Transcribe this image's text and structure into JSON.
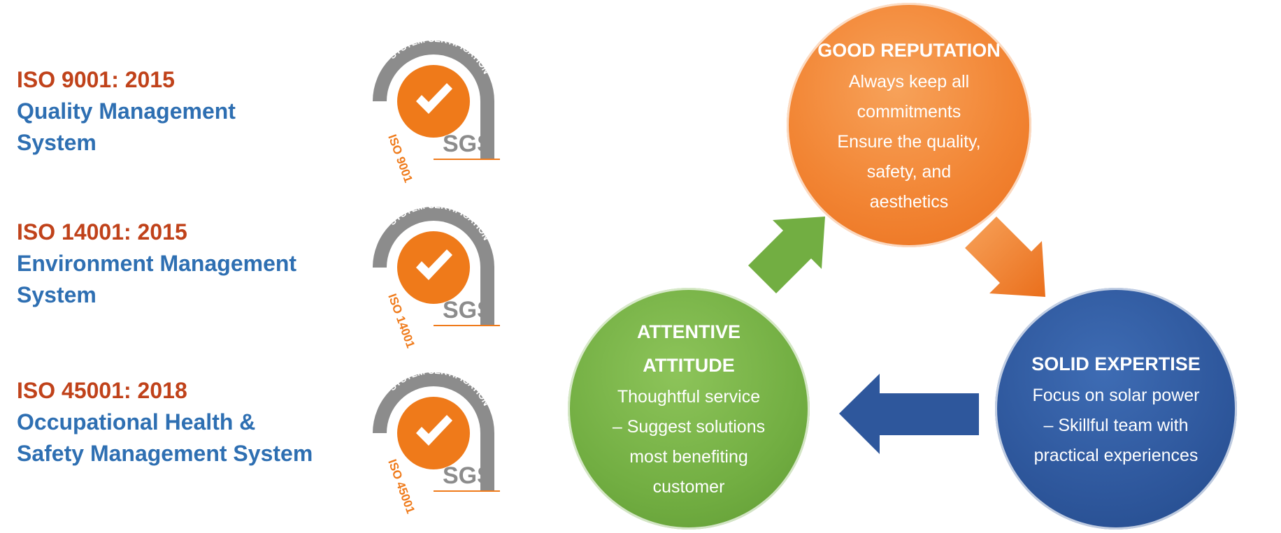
{
  "certifications": [
    {
      "code": "ISO 9001: 2015",
      "name_line1": "Quality Management",
      "name_line2": "System",
      "badge_arc_text": "SYSTEM CERTIFICATION",
      "badge_iso_text": "ISO 9001",
      "badge_brand": "SGS"
    },
    {
      "code": "ISO 14001: 2015",
      "name_line1": "Environment Management",
      "name_line2": "System",
      "badge_arc_text": "SYSTEM CERTIFICATION",
      "badge_iso_text": "ISO 14001",
      "badge_brand": "SGS"
    },
    {
      "code": "ISO 45001: 2018",
      "name_line1": "Occupational Health &",
      "name_line2": "Safety Management System",
      "badge_arc_text": "SYSTEM CERTIFICATION",
      "badge_iso_text": "ISO 45001",
      "badge_brand": "SGS"
    }
  ],
  "cycle": {
    "reputation": {
      "title": "GOOD REPUTATION",
      "lines": [
        "Always keep all",
        "commitments",
        "Ensure the quality,",
        "safety, and",
        "aesthetics"
      ]
    },
    "expertise": {
      "title": "SOLID EXPERTISE",
      "lines": [
        "Focus on solar power",
        "– Skillful team with",
        "practical experiences"
      ]
    },
    "attitude": {
      "title_line1": "ATTENTIVE",
      "title_line2": "ATTITUDE",
      "lines": [
        "Thoughtful service",
        "– Suggest solutions",
        "most benefiting",
        "customer"
      ]
    }
  },
  "colors": {
    "iso_code": "#c0421a",
    "iso_name": "#2e6fb2",
    "orange": "#f28534",
    "green": "#72ae42",
    "blue": "#2e579c",
    "badge_gray": "#8c8c8c"
  }
}
